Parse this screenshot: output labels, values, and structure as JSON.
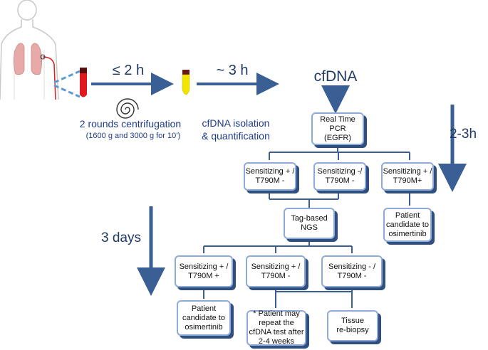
{
  "steps": {
    "collection_time": "≤ 2 h",
    "isolation_time": "~ 3 h",
    "analyte": "cfDNA",
    "pcr_time": "2-3h",
    "ngs_time": "3 days"
  },
  "captions": {
    "centrifugation": "2 rounds centrifugation",
    "centrifugation_detail": "(1600 g and 3000 g for 10’)",
    "isolation_line1": "cfDNA isolation",
    "isolation_line2": "& quantification"
  },
  "boxes": {
    "pcr": [
      "Real Time",
      "PCR",
      "(EGFR)"
    ],
    "pcr_result_1": [
      "Sensitizing + /",
      "T790M -"
    ],
    "pcr_result_2": [
      "Sensitizing -/",
      "T790M -"
    ],
    "pcr_result_3": [
      "Sensitizing + /",
      "T790M+"
    ],
    "osimertinib_1": [
      "Patient",
      "candidate to",
      "osimertinib"
    ],
    "ngs": [
      "Tag-based",
      "NGS"
    ],
    "ngs_result_1": [
      "Sensitizing + /",
      "T790M +"
    ],
    "ngs_result_2": [
      "Sensitizing + /",
      "T790M -"
    ],
    "ngs_result_3": [
      "Sensitizing - /",
      "T790M -"
    ],
    "osimertinib_2": [
      "Patient",
      "candidate to",
      "osimertinib"
    ],
    "repeat_test": [
      "* Patient may",
      "repeat the",
      "cfDNA test after",
      "2-4 weeks"
    ],
    "rebiopsy": [
      "Tissue",
      "re-biopsy"
    ]
  },
  "colors": {
    "arrow": "#3a5f94",
    "box_border": "#8eaadb",
    "box_shadow": "#2f4f7f",
    "blood_tube": "#e0191e",
    "plasma_tube": "#f2e600",
    "lung": "#e8a9a9",
    "body_outline": "#c8c8c8",
    "dashed_link": "#5b9bd5"
  },
  "icons": [
    "human-torso-icon",
    "blood-tube-icon",
    "centrifuge-spiral-icon",
    "plasma-tube-icon"
  ]
}
